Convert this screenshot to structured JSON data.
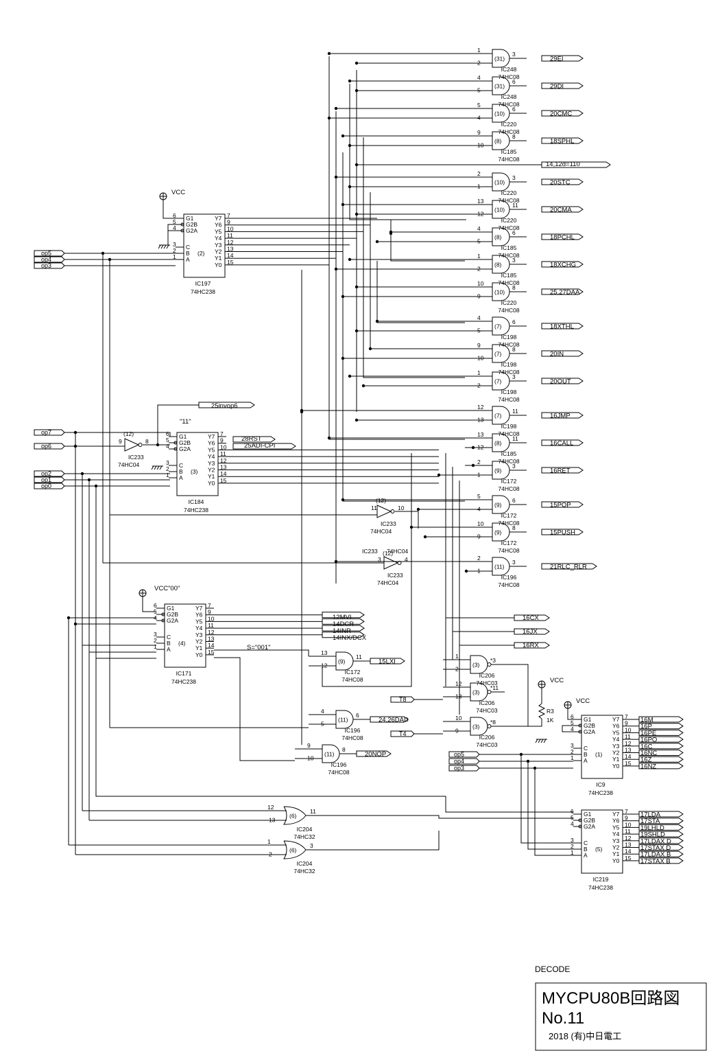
{
  "title_block": {
    "section": "DECODE",
    "line1": "MYCPU80B回路図",
    "line2": "No.11",
    "line3": "2018 (有)中日電工"
  },
  "power": {
    "vcc": "VCC",
    "gnd_note": ""
  },
  "inputs": {
    "left_top": [
      "op5",
      "op4",
      "op3"
    ],
    "left_mid": [
      "op7",
      "op6"
    ],
    "left_low": [
      "op2",
      "op1",
      "op0"
    ],
    "right": [
      "op5",
      "op4",
      "op3"
    ],
    "t8": "T8",
    "t4": "T4"
  },
  "decoders": [
    {
      "id": "ic197",
      "ref": "IC197",
      "part": "74HC238",
      "unit": "(2)",
      "note": ""
    },
    {
      "id": "ic184",
      "ref": "IC184",
      "part": "74HC238",
      "unit": "(3)",
      "note": "\"11\""
    },
    {
      "id": "ic171",
      "ref": "IC171",
      "part": "74HC238",
      "unit": "(4)",
      "note": "VCC\"00\""
    },
    {
      "id": "ic9",
      "ref": "IC9",
      "part": "74HC238",
      "unit": "(1)",
      "note": ""
    },
    {
      "id": "ic219",
      "ref": "IC219",
      "part": "74HC238",
      "unit": "(5)",
      "note": ""
    }
  ],
  "decoder_pins": {
    "enable": [
      "G1",
      "G2B",
      "G2A"
    ],
    "select": [
      "C",
      "B",
      "A"
    ],
    "outputs": [
      "Y7",
      "Y6",
      "Y5",
      "Y4",
      "Y3",
      "Y2",
      "Y1",
      "Y0"
    ],
    "enable_nums": [
      "6",
      "5",
      "4"
    ],
    "select_nums": [
      "3",
      "2",
      "1"
    ],
    "output_nums": [
      "7",
      "9",
      "10",
      "11",
      "12",
      "13",
      "14",
      "15"
    ]
  },
  "and_gates": [
    {
      "ref": "IC248",
      "part": "74HC08",
      "unit": "(31)",
      "pins": [
        "1",
        "2",
        "3"
      ],
      "out": "29EI"
    },
    {
      "ref": "IC248",
      "part": "74HC08",
      "unit": "(31)",
      "pins": [
        "4",
        "5",
        "6"
      ],
      "out": "29DI"
    },
    {
      "ref": "IC220",
      "part": "74HC08",
      "unit": "(10)",
      "pins": [
        "5",
        "4",
        "6"
      ],
      "out": "20CMC"
    },
    {
      "ref": "IC185",
      "part": "74HC08",
      "unit": "(8)",
      "pins": [
        "9",
        "10",
        "8"
      ],
      "out": "18SPHL"
    },
    {
      "ref": "IC220",
      "part": "74HC08",
      "unit": "(10)",
      "pins": [
        "2",
        "1",
        "3"
      ],
      "out": "20STC"
    },
    {
      "ref": "IC220",
      "part": "74HC08",
      "unit": "(10)",
      "pins": [
        "13",
        "12",
        "11"
      ],
      "out": "20CMA"
    },
    {
      "ref": "IC185",
      "part": "74HC08",
      "unit": "(8)",
      "pins": [
        "4",
        "5",
        "6"
      ],
      "out": "18PCHL"
    },
    {
      "ref": "IC185",
      "part": "74HC08",
      "unit": "(8)",
      "pins": [
        "1",
        "2",
        "3"
      ],
      "out": "18XCHG"
    },
    {
      "ref": "IC220",
      "part": "74HC08",
      "unit": "(10)",
      "pins": [
        "10",
        "9",
        "8"
      ],
      "out": "25,27DAA"
    },
    {
      "ref": "IC198",
      "part": "74HC08",
      "unit": "(7)",
      "pins": [
        "4",
        "5",
        "6"
      ],
      "out": "18XTHL"
    },
    {
      "ref": "IC198",
      "part": "74HC08",
      "unit": "(7)",
      "pins": [
        "9",
        "10",
        "8"
      ],
      "out": "20IN"
    },
    {
      "ref": "IC198",
      "part": "74HC08",
      "unit": "(7)",
      "pins": [
        "1",
        "2",
        "3"
      ],
      "out": "20OUT"
    },
    {
      "ref": "IC198",
      "part": "74HC08",
      "unit": "(7)",
      "pins": [
        "12",
        "13",
        "11"
      ],
      "out": "16JMP"
    },
    {
      "ref": "IC185",
      "part": "74HC08",
      "unit": "(8)",
      "pins": [
        "13",
        "12",
        "11"
      ],
      "out": "16CALL"
    },
    {
      "ref": "IC172",
      "part": "74HC08",
      "unit": "(9)",
      "pins": [
        "2",
        "1",
        "3"
      ],
      "out": "16RET"
    },
    {
      "ref": "IC172",
      "part": "74HC08",
      "unit": "(9)",
      "pins": [
        "5",
        "4",
        "6"
      ],
      "out": "15POP"
    },
    {
      "ref": "IC172",
      "part": "74HC08",
      "unit": "(9)",
      "pins": [
        "10",
        "9",
        "8"
      ],
      "out": "15PUSH"
    },
    {
      "ref": "IC196",
      "part": "74HC08",
      "unit": "(11)",
      "pins": [
        "2",
        "1",
        "3"
      ],
      "out": "21RLC_RLR"
    },
    {
      "ref": "IC172",
      "part": "74HC08",
      "unit": "(9)",
      "pins": [
        "13",
        "12",
        "11"
      ],
      "out": "15LXI"
    },
    {
      "ref": "IC196",
      "part": "74HC08",
      "unit": "(11)",
      "pins": [
        "4",
        "5",
        "6"
      ],
      "out": "24,26DAD"
    },
    {
      "ref": "IC196",
      "part": "74HC08",
      "unit": "(11)",
      "pins": [
        "9",
        "10",
        "8"
      ],
      "out": "20NOP"
    }
  ],
  "nand_gates": [
    {
      "ref": "IC206",
      "part": "74HC03",
      "unit": "(3)",
      "pins": [
        "1",
        "2",
        "3"
      ],
      "star": "*"
    },
    {
      "ref": "IC206",
      "part": "74HC03",
      "unit": "(3)",
      "pins": [
        "12",
        "13",
        "11"
      ],
      "star": "*"
    },
    {
      "ref": "IC206",
      "part": "74HC03",
      "unit": "(3)",
      "pins": [
        "10",
        "9",
        "8"
      ],
      "star": "*"
    }
  ],
  "or_gates": [
    {
      "ref": "IC204",
      "part": "74HC32",
      "unit": "(6)",
      "pins": [
        "12",
        "13",
        "11"
      ]
    },
    {
      "ref": "IC204",
      "part": "74HC32",
      "unit": "(6)",
      "pins": [
        "1",
        "2",
        "3"
      ]
    }
  ],
  "inverters": [
    {
      "ref": "IC233",
      "part": "74HC04",
      "unit": "(12)",
      "pins": [
        "9",
        "8"
      ]
    },
    {
      "ref": "IC233",
      "part": "74HC04",
      "unit": "(12)",
      "pins": [
        "11",
        "10"
      ]
    },
    {
      "ref": "IC233",
      "part": "74HC04",
      "unit": "(12)",
      "pins": [
        "3",
        "4"
      ]
    }
  ],
  "resistor": {
    "ref": "R3",
    "value": "1K"
  },
  "signals": {
    "misc_14": "14,12d=110",
    "invop6": "25invop6",
    "rst": "28RST",
    "adi": "25ADI-CPI",
    "mvi": "12MVI",
    "dcr": "14DCR",
    "inr": "14INR",
    "inx": "14INX/DCX",
    "s001": "S=\"001\"",
    "cx": "16CX",
    "jx": "16JX",
    "rx": "16RX"
  },
  "ic9_outputs": [
    "16M",
    "16P",
    "16PE",
    "16PO",
    "16C",
    "16NC",
    "16Z",
    "16NZ"
  ],
  "ic219_outputs": [
    "17LDA",
    "17STA",
    "19LHLD",
    "19SHLD",
    "17LDAX D",
    "17STAX D",
    "17LDAX B",
    "17STAX B"
  ]
}
